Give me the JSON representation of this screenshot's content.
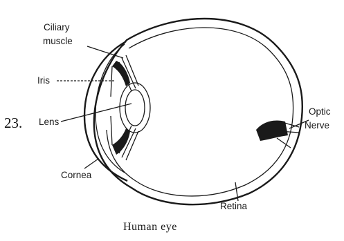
{
  "question_number": "23.",
  "caption": "Human eye",
  "labels": {
    "ciliary_line1": "Ciliary",
    "ciliary_line2": "muscle",
    "iris": "Iris",
    "lens": "Lens",
    "cornea": "Cornea",
    "retina": "Retina",
    "optic_line1": "Optic",
    "optic_line2": "Nerve"
  }
}
